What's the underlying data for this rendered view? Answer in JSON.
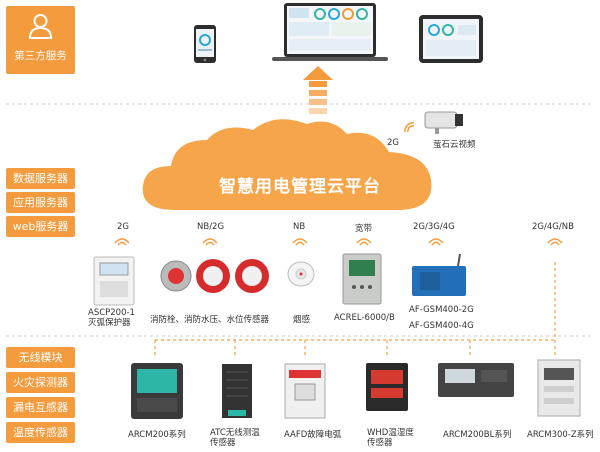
{
  "third_party": {
    "label": "第三方服务"
  },
  "services": [
    "数据服务器",
    "应用服务器",
    "web服务器"
  ],
  "modules": [
    "无线模块",
    "火灾探测器",
    "漏电互感器",
    "温度传感器"
  ],
  "platform": {
    "title": "智慧用电管理云平台"
  },
  "camera": {
    "band": "2G",
    "label": "萤石云视频"
  },
  "bands": {
    "ascp": "2G",
    "sensors": "NB/2G",
    "smoke": "NB",
    "acrel": "宽带",
    "gsm": "2G/3G/4G",
    "right": "2G/4G/NB"
  },
  "devices_top": {
    "ascp": "ASCP200-1\n灭弧保护器",
    "sensors": "消防栓、消防水压、水位传感器",
    "smoke": "烟感",
    "acrel": "ACREL-6000/B",
    "gsm1": "AF-GSM400-2G",
    "gsm2": "AF-GSM400-4G"
  },
  "devices_bottom": {
    "arcm200": "ARCM200系列",
    "atc": "ATC无线测温\n传感器",
    "aafd": "AAFD故障电弧",
    "whd": "WHD温湿度\n传感器",
    "arcm200bl": "ARCM200BL系列",
    "arcm300": "ARCM300-Z系列"
  },
  "colors": {
    "orange": "#f39b3d",
    "cloud": "#f7a54a",
    "dash": "#f0a04b"
  }
}
